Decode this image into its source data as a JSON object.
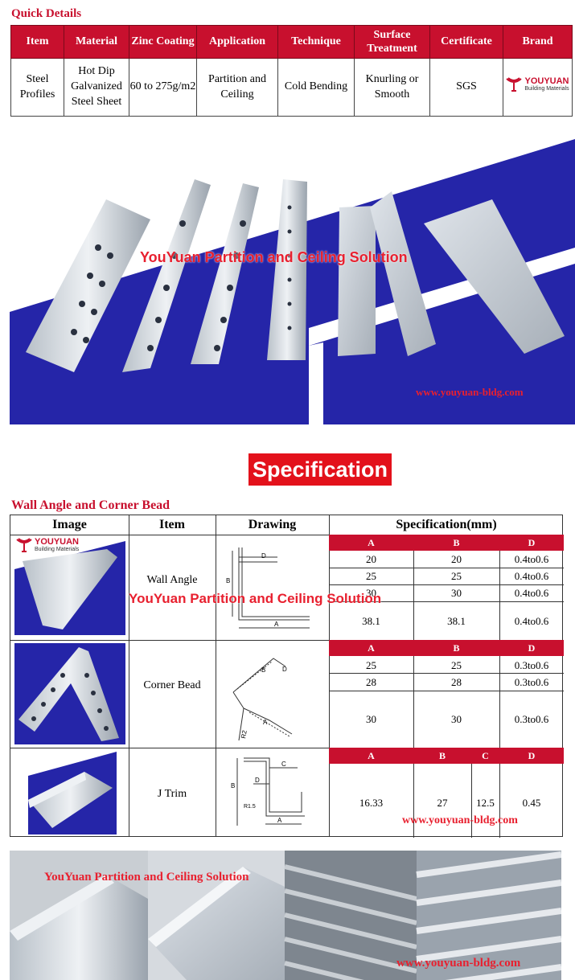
{
  "quick_details": {
    "title": "Quick Details",
    "headers": [
      "Item",
      "Material",
      "Zinc Coating",
      "Application",
      "Technique",
      "Surface Treatment",
      "Certificate",
      "Brand"
    ],
    "values": [
      "Steel Profiles",
      "Hot Dip Galvanized Steel Sheet",
      "60 to 275g/m2",
      "Partition and Ceiling",
      "Cold Bending",
      "Knurling or Smooth",
      "SGS",
      ""
    ]
  },
  "brand": {
    "name": "YOUYUAN",
    "sub": "Building Materials",
    "color": "#c8102e"
  },
  "hero": {
    "caption": "YouYuan Partition and Ceiling Solution",
    "url": "www.youyuan-bldg.com"
  },
  "specification_banner": "Specification",
  "spec_section": {
    "title": "Wall Angle and Corner Bead",
    "headers": {
      "image": "Image",
      "item": "Item",
      "drawing": "Drawing",
      "spec": "Specification(mm)"
    },
    "overlay_caption": "YouYuan Partition and Ceiling Solution",
    "url": "www.youyuan-bldg.com",
    "rows": [
      {
        "item": "Wall Angle",
        "cols": [
          "A",
          "B",
          "D"
        ],
        "data": [
          [
            "20",
            "20",
            "0.4to0.6"
          ],
          [
            "25",
            "25",
            "0.4to0.6"
          ],
          [
            "30",
            "30",
            "0.4to0.6"
          ],
          [
            "38.1",
            "38.1",
            "0.4to0.6"
          ]
        ],
        "drawing_labels": {
          "d": "D",
          "b": "B",
          "a": "A"
        }
      },
      {
        "item": "Corner Bead",
        "cols": [
          "A",
          "B",
          "D"
        ],
        "data": [
          [
            "25",
            "25",
            "0.3to0.6"
          ],
          [
            "28",
            "28",
            "0.3to0.6"
          ],
          [
            "30",
            "30",
            "0.3to0.6"
          ]
        ],
        "drawing_labels": {
          "b": "B",
          "d": "D",
          "a": "A",
          "r": "R2"
        }
      },
      {
        "item": "J Trim",
        "cols": [
          "A",
          "B",
          "C",
          "D"
        ],
        "data": [
          [
            "16.33",
            "27",
            "12.5",
            "0.45"
          ]
        ],
        "drawing_labels": {
          "c": "C",
          "b": "B",
          "d": "D",
          "a": "A",
          "r": "R1.5"
        }
      }
    ]
  },
  "bottom": {
    "caption": "YouYuan Partition and Ceiling Solution",
    "url": "www.youyuan-bldg.com"
  },
  "colors": {
    "red": "#c8102e",
    "banner_red": "#e3111b",
    "hero_blue": "#2525a8"
  }
}
